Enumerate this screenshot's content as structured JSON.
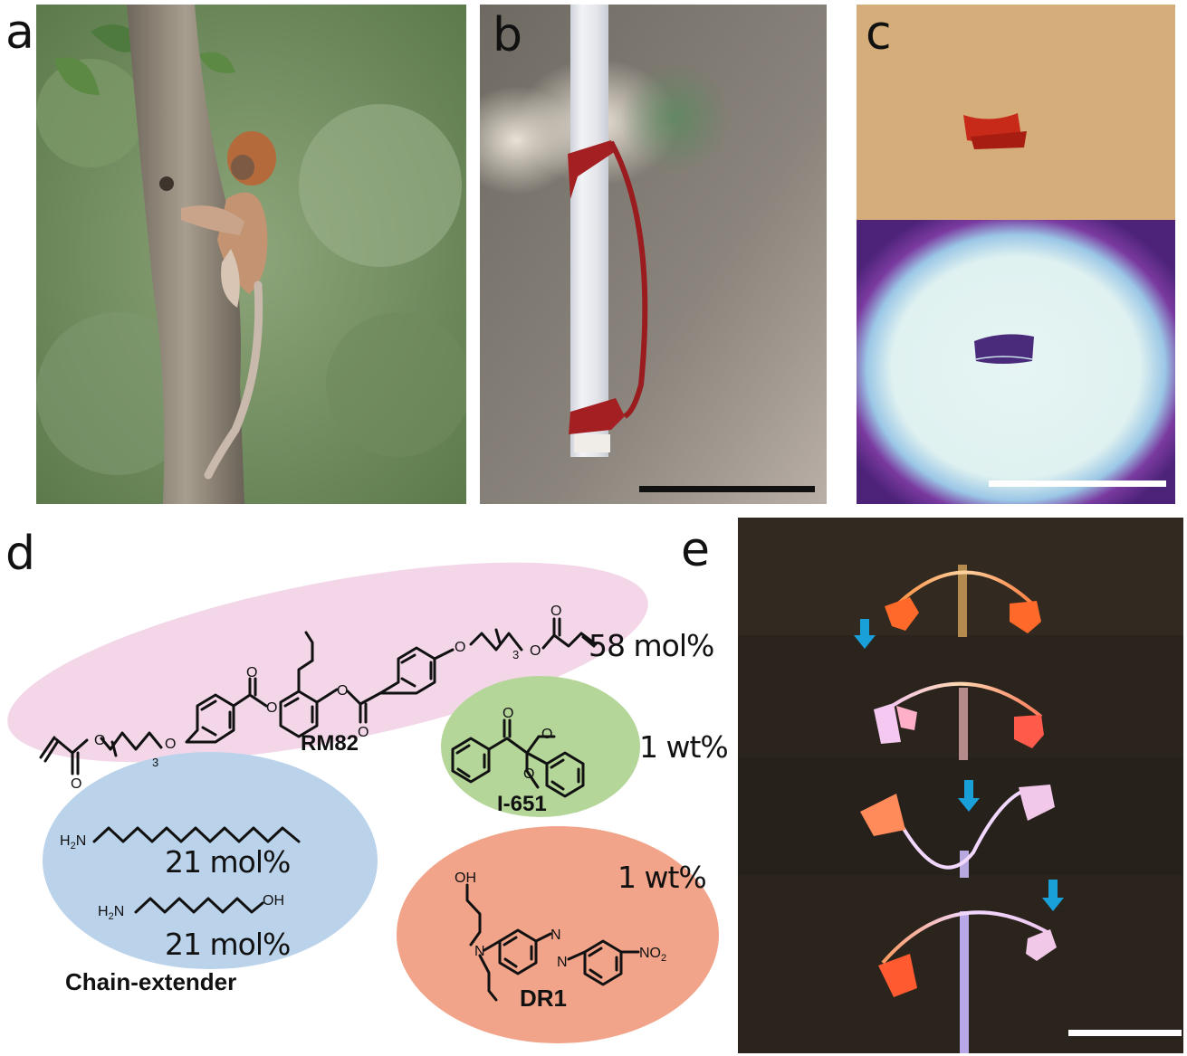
{
  "figure": {
    "panels": [
      {
        "id": "a",
        "label": "a",
        "description": "baby monkey climbing tree trunk"
      },
      {
        "id": "b",
        "label": "b",
        "description": "red film strip wrapped around translucent rod"
      },
      {
        "id": "c",
        "label": "c",
        "description": "red film on beige surface (top) and under UV illumination (bottom)"
      },
      {
        "id": "d",
        "label": "d",
        "description": "chemical composition"
      },
      {
        "id": "e",
        "label": "e",
        "description": "sequence of film actuation frames on rod"
      }
    ],
    "colors": {
      "rm82_bubble": "#f2d9ea",
      "i651_bubble": "#b6d89a",
      "chain_bubble": "#b9d3ec",
      "dr1_bubble": "#f2a58a",
      "arrow": "#1aa0d8",
      "film_red": "#a81c1c",
      "panel_e_bg": "#2b241c"
    }
  },
  "panel_d": {
    "rm82": {
      "name": "RM82",
      "amount": "58 mol%",
      "subscript_left": "3",
      "subscript_right": "3"
    },
    "i651": {
      "name": "I-651",
      "amount": "1 wt%"
    },
    "chain_extender": {
      "name": "Chain-extender",
      "amine1": {
        "group": "H₂N",
        "amount": "21 mol%"
      },
      "amine2": {
        "group": "H₂N",
        "end": "OH",
        "amount": "21 mol%"
      }
    },
    "dr1": {
      "name": "DR1",
      "amount": "1 wt%",
      "oh": "OH",
      "no2": "NO₂",
      "n": "N"
    }
  },
  "panel_e": {
    "arrows": 3,
    "frames": 4
  },
  "atoms": {
    "O": "O"
  }
}
